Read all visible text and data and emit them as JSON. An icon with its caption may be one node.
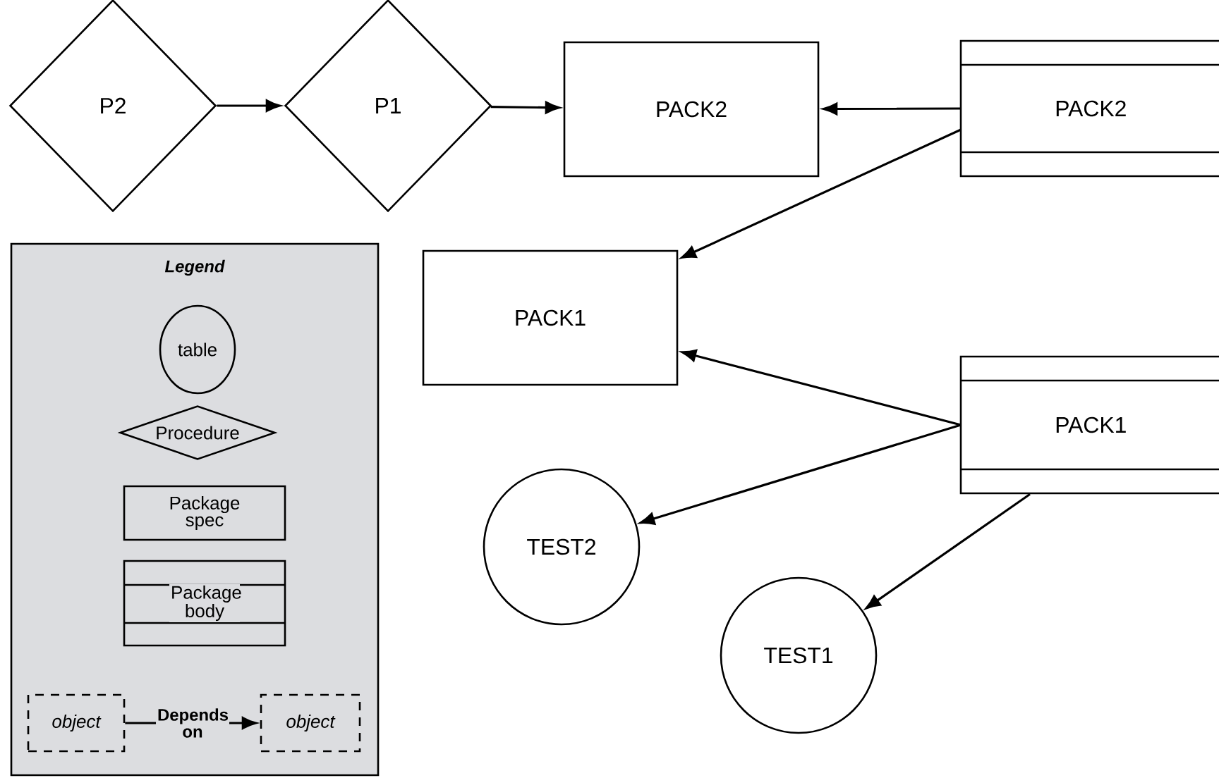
{
  "diagram": {
    "nodes": [
      {
        "text": [
          "P2"
        ]
      },
      {
        "text": [
          "P1"
        ]
      },
      {
        "text": [
          "PACK2"
        ]
      },
      {
        "text": [
          "PACK2"
        ]
      },
      {
        "text": [
          "PACK1"
        ]
      },
      {
        "text": [
          "PACK1"
        ]
      },
      {
        "text": [
          "TEST2"
        ]
      },
      {
        "text": [
          "TEST1"
        ]
      },
      {
        "text": [
          "Legend"
        ]
      },
      {
        "text": [
          "table"
        ],
        "in": 8
      },
      {
        "text": [
          "Procedure"
        ],
        "in": 8
      },
      {
        "text": [
          "Package spec"
        ],
        "in": 8
      },
      {
        "text": [
          "Package body"
        ],
        "in": 8
      },
      {
        "text": [
          "object"
        ],
        "in": 8
      },
      {
        "text": [
          "object"
        ],
        "in": 8
      }
    ],
    "edges": [
      {
        "from": 0,
        "to": 1,
        "arrow": "to"
      },
      {
        "from": 1,
        "to": 2,
        "arrow": "to"
      },
      {
        "from": 3,
        "to": 2,
        "arrow": "to"
      },
      {
        "from": 3,
        "to": 4,
        "arrow": "to"
      },
      {
        "from": 5,
        "to": 4,
        "arrow": "to"
      },
      {
        "from": 5,
        "to": 6,
        "arrow": "to"
      },
      {
        "from": 5,
        "to": 7,
        "arrow": "to"
      },
      {
        "from": 13,
        "to": 14,
        "arrow": "to",
        "label": "Depends on"
      }
    ]
  }
}
